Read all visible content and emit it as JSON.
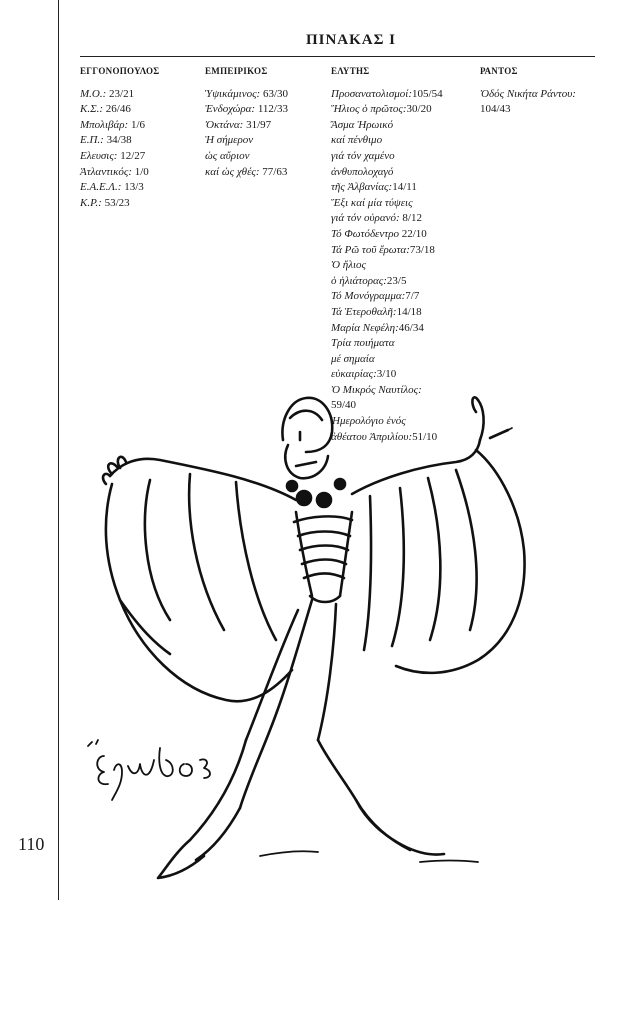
{
  "title": "ΠΙΝΑΚΑΣ   Ι",
  "page_number": "110",
  "columns": [
    {
      "heading": "ΕΓΓΟΝΟΠΟΥΛΟΣ",
      "entries": [
        {
          "t": "Μ.Ο.:",
          "v": " 23/21"
        },
        {
          "t": "Κ.Σ.:",
          "v": " 26/46"
        },
        {
          "t": "Μπολιβάρ:",
          "v": " 1/6"
        },
        {
          "t": "Ε.Π.:",
          "v": " 34/38"
        },
        {
          "t": "Ελευσις:",
          "v": " 12/27"
        },
        {
          "t": "Ἀτλαντικός:",
          "v": " 1/0"
        },
        {
          "t": "Ε.Α.Ε.Λ.:",
          "v": " 13/3"
        },
        {
          "t": "Κ.Ρ.:",
          "v": " 53/23"
        }
      ]
    },
    {
      "heading": "ΕΜΠΕΙΡΙΚΟΣ",
      "entries": [
        {
          "t": "Ὑψικάμινος:",
          "v": " 63/30"
        },
        {
          "t": "Ἐνδοχώρα:",
          "v": " 112/33"
        },
        {
          "t": "Ὀκτάνα:",
          "v": " 31/97"
        },
        {
          "t": "Ἡ σήμερον",
          "v": ""
        },
        {
          "t": "ὡς αὔριον",
          "v": ""
        },
        {
          "t": "καί ὡς χθές:",
          "v": " 77/63"
        }
      ]
    },
    {
      "heading": "ΕΛΥΤΗΣ",
      "entries": [
        {
          "t": "Προσανατολισμοί:",
          "v": "105/54"
        },
        {
          "t": "Ἥλιος ὁ πρῶτος:",
          "v": "30/20"
        },
        {
          "t": "Ἄσμα Ἡρωικό",
          "v": ""
        },
        {
          "t": "καί πένθιμο",
          "v": ""
        },
        {
          "t": "γιά τόν χαμένο",
          "v": ""
        },
        {
          "t": "ἀνθυπολοχαγό",
          "v": ""
        },
        {
          "t": "τῆς Ἀλβανίας:",
          "v": "14/11"
        },
        {
          "t": "Ἕξι καί μία τύψεις",
          "v": ""
        },
        {
          "t": "γιά τόν οὐρανό:",
          "v": " 8/12"
        },
        {
          "t": "Τό Φωτόδεντρο",
          "v": " 22/10"
        },
        {
          "t": "Τά Ρῶ τοῦ ἔρωτα:",
          "v": "73/18"
        },
        {
          "t": "Ὁ ἥλιος",
          "v": ""
        },
        {
          "t": "ὁ ἡλιάτορας:",
          "v": "23/5"
        },
        {
          "t": "Τό Μονόγραμμα:",
          "v": "7/7"
        },
        {
          "t": "Τά Ἑτεροθαλῆ:",
          "v": "14/18"
        },
        {
          "t": "Μαρία Νεφέλη:",
          "v": "46/34"
        },
        {
          "t": "Τρία ποιήματα",
          "v": ""
        },
        {
          "t": "μέ σημαία",
          "v": ""
        },
        {
          "t": "εὐκαιρίας:",
          "v": "3/10"
        },
        {
          "t": "Ὁ Μικρός Ναυτίλος:",
          "v": ""
        },
        {
          "t": "",
          "v": "59/40"
        },
        {
          "t": "Ἡμερολόγιο ἑνός",
          "v": ""
        },
        {
          "t": "ἀθέατου Ἀπριλίου:",
          "v": "51/10"
        }
      ]
    },
    {
      "heading": "ΡΑΝΤΟΣ",
      "entries": [
        {
          "t": "Ὁδός Νικήτα Ράντου:",
          "v": ""
        },
        {
          "t": "",
          "v": "104/43"
        }
      ]
    }
  ],
  "illustration": {
    "subject": "ink drawing of a dancing harlequin figure holding a wide cape",
    "signature": "Ἐρλβος"
  }
}
